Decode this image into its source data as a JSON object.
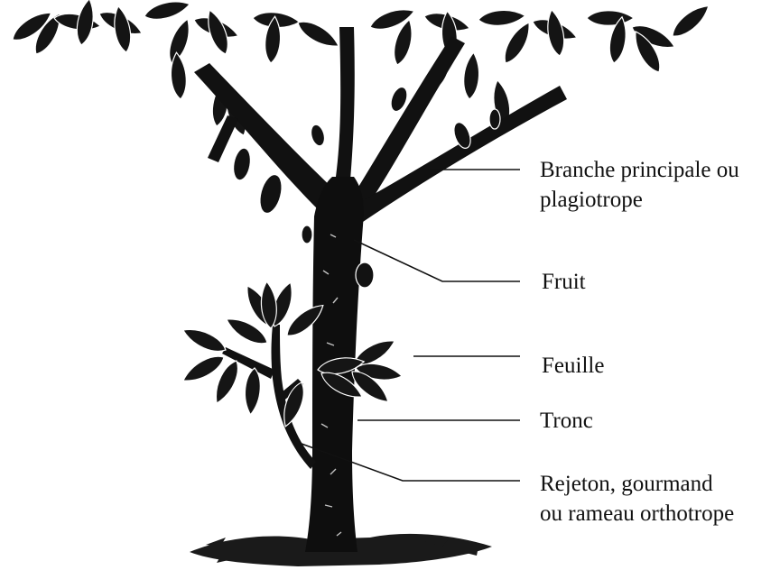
{
  "labels": {
    "branch": {
      "line1": "Branche principale ou",
      "line2": "plagiotrope"
    },
    "fruit": "Fruit",
    "leaf": "Feuille",
    "trunk": "Tronc",
    "sucker": {
      "line1": "Rejeton, gourmand",
      "line2": "ou rameau orthotrope"
    }
  },
  "colors": {
    "ink": "#111111",
    "background": "#ffffff"
  }
}
